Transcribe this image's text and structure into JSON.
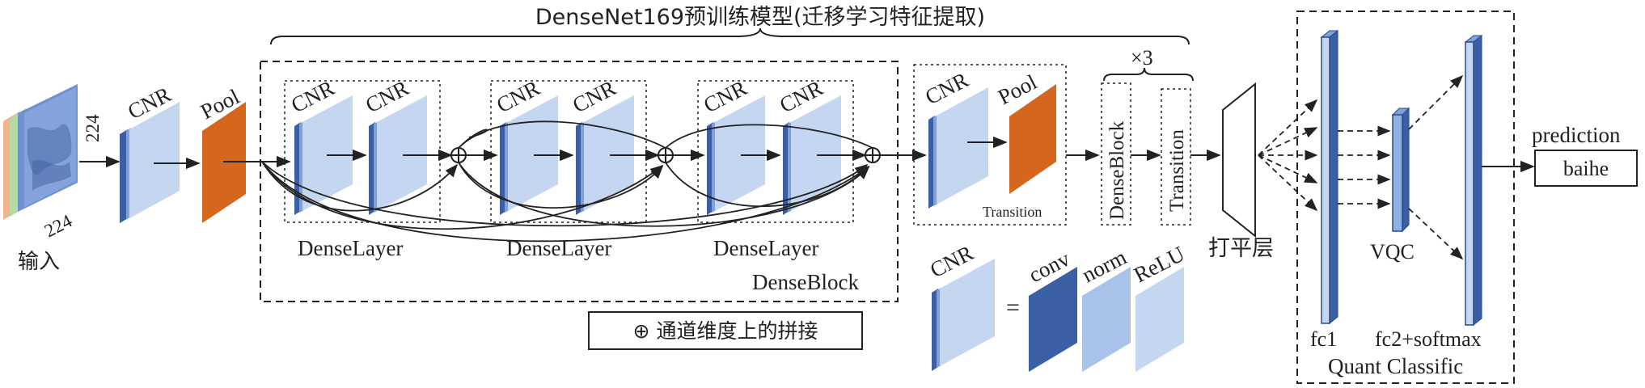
{
  "header": {
    "title": "DenseNet169预训练模型(迁移学习特征提取)"
  },
  "input": {
    "label": "输入",
    "dim_top": "224",
    "dim_bottom": "224"
  },
  "stem": {
    "cnr_label": "CNR",
    "pool_label": "Pool"
  },
  "dense_block": {
    "label": "DenseBlock",
    "layer_label": "DenseLayer",
    "cnr_label": "CNR"
  },
  "transition": {
    "cnr_label": "CNR",
    "pool_label": "Pool",
    "label": "Transition"
  },
  "repeat": {
    "multiplier": "×3",
    "block_label": "DenseBlock",
    "transition_label": "Transition"
  },
  "flatten": {
    "label": "打平层"
  },
  "classifier": {
    "fc1_label": "fc1",
    "vqc_label": "VQC",
    "fc2_label": "fc2+softmax",
    "box_label": "Quant Classific"
  },
  "output": {
    "prediction_label": "prediction",
    "value": "baihe"
  },
  "legend": {
    "concat_text": "⊕ 通道维度上的拼接",
    "cnr_label": "CNR",
    "equals": "=",
    "conv_label": "conv",
    "norm_label": "norm",
    "relu_label": "ReLU"
  },
  "colors": {
    "conv": "#3a5fa5",
    "light": "#c5d6f1",
    "norm": "#a9c2ea",
    "pool": "#d5661d"
  }
}
